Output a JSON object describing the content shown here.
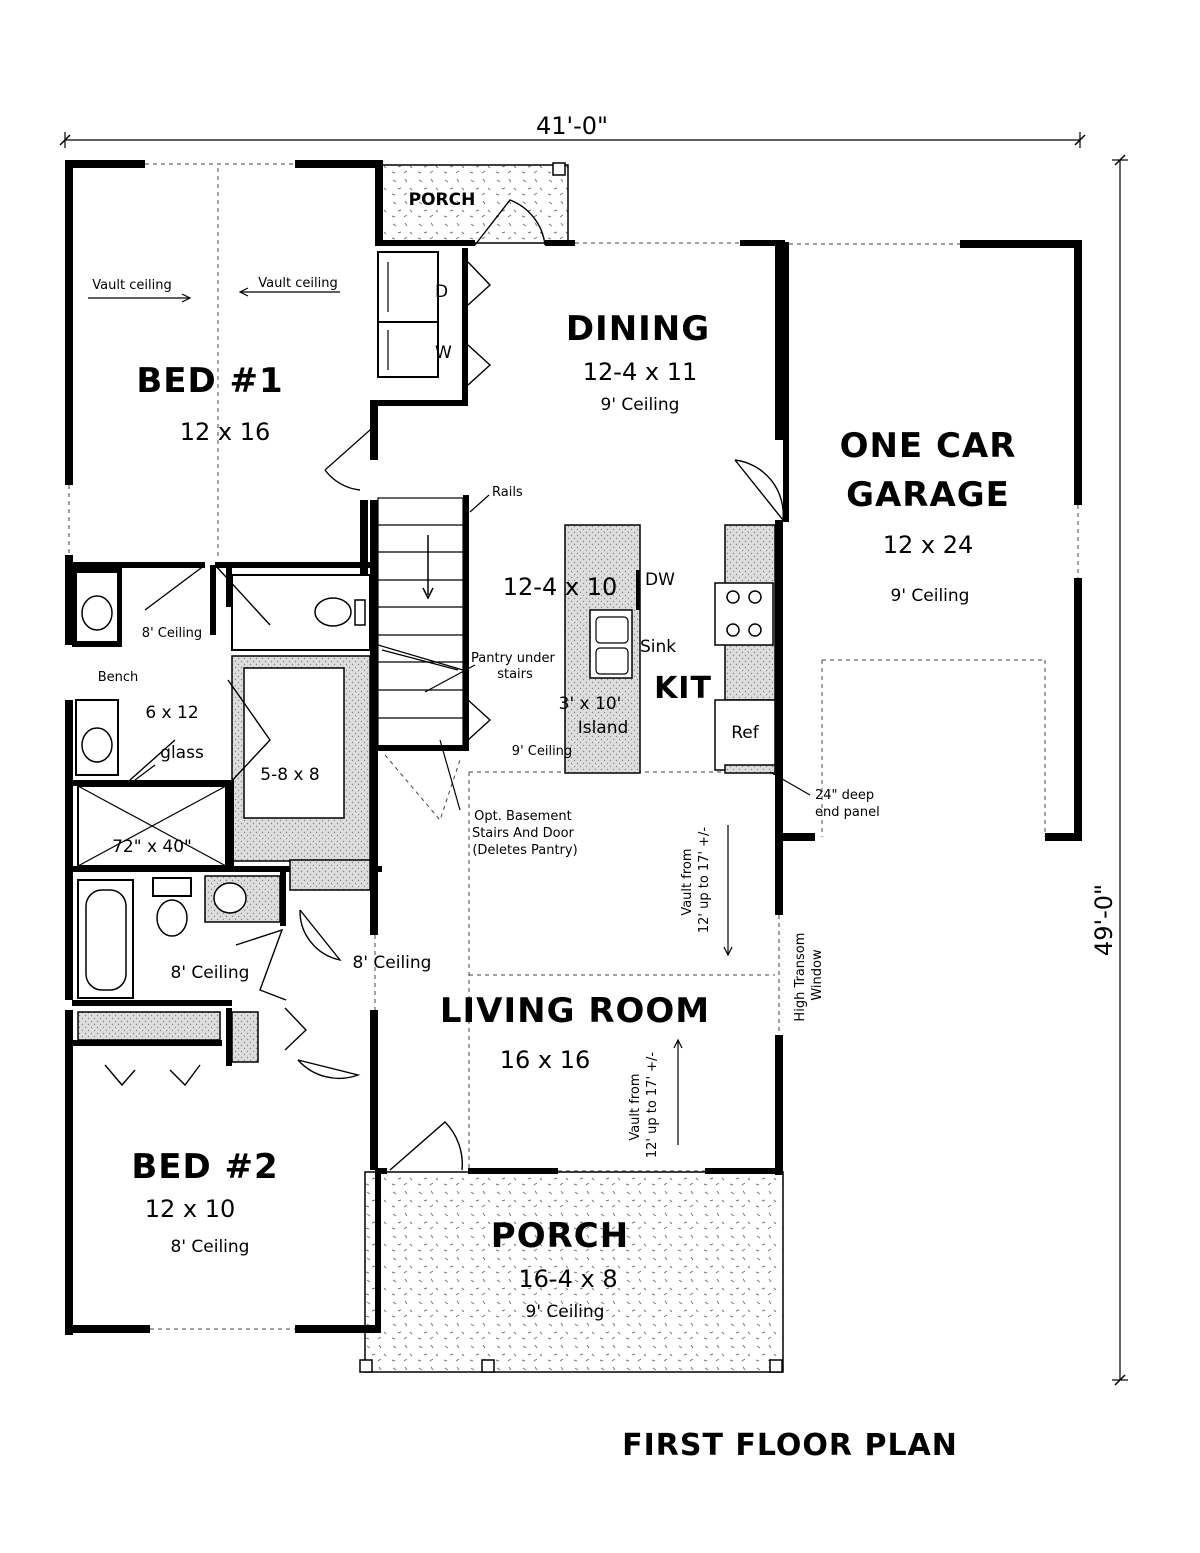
{
  "dimensions": {
    "width_label": "41'-0\"",
    "depth_label": "49'-0\""
  },
  "rooms": {
    "porch_top": {
      "name": "PORCH"
    },
    "dining": {
      "name": "DINING",
      "size": "12-4 x 11",
      "ceiling": "9' Ceiling"
    },
    "bed1": {
      "name": "BED #1",
      "size": "12 x 16",
      "vault_left": "Vault ceiling",
      "vault_right": "Vault ceiling"
    },
    "garage": {
      "name_line1": "ONE CAR",
      "name_line2": "GARAGE",
      "size": "12 x 24",
      "ceiling": "9' Ceiling"
    },
    "kitchen": {
      "name": "KIT",
      "size": "12-4 x 10",
      "ceiling": "9' Ceiling",
      "island_size": "3' x 10'",
      "island_label": "Island",
      "dw": "DW",
      "sink": "Sink",
      "ref": "Ref"
    },
    "bath1": {
      "ceiling": "8' Ceiling",
      "size": "6 x 12",
      "bench": "Bench",
      "glass": "glass",
      "shower": "72\" x 40\""
    },
    "closet1": {
      "size": "5-8 x 8"
    },
    "bath2": {
      "ceiling": "8' Ceiling"
    },
    "hall": {
      "ceiling": "8' Ceiling"
    },
    "living": {
      "name": "LIVING ROOM",
      "size": "16 x 16",
      "vault_upper": "Vault from\n12' up to 17' +/-",
      "vault_lower": "Vault from\n12' up to 17' +/-",
      "transom": "High Transom\nWindow"
    },
    "bed2": {
      "name": "BED #2",
      "size": "12 x 10",
      "ceiling": "8' Ceiling"
    },
    "porch_front": {
      "name": "PORCH",
      "size": "16-4 x 8",
      "ceiling": "9' Ceiling"
    }
  },
  "notes": {
    "laundry_d": "D",
    "laundry_w": "W",
    "rails": "Rails",
    "pantry": "Pantry under\nstairs",
    "basement": "Opt. Basement\nStairs And Door\n(Deletes Pantry)",
    "end_panel": "24\" deep\nend panel"
  },
  "title": "FIRST FLOOR PLAN"
}
